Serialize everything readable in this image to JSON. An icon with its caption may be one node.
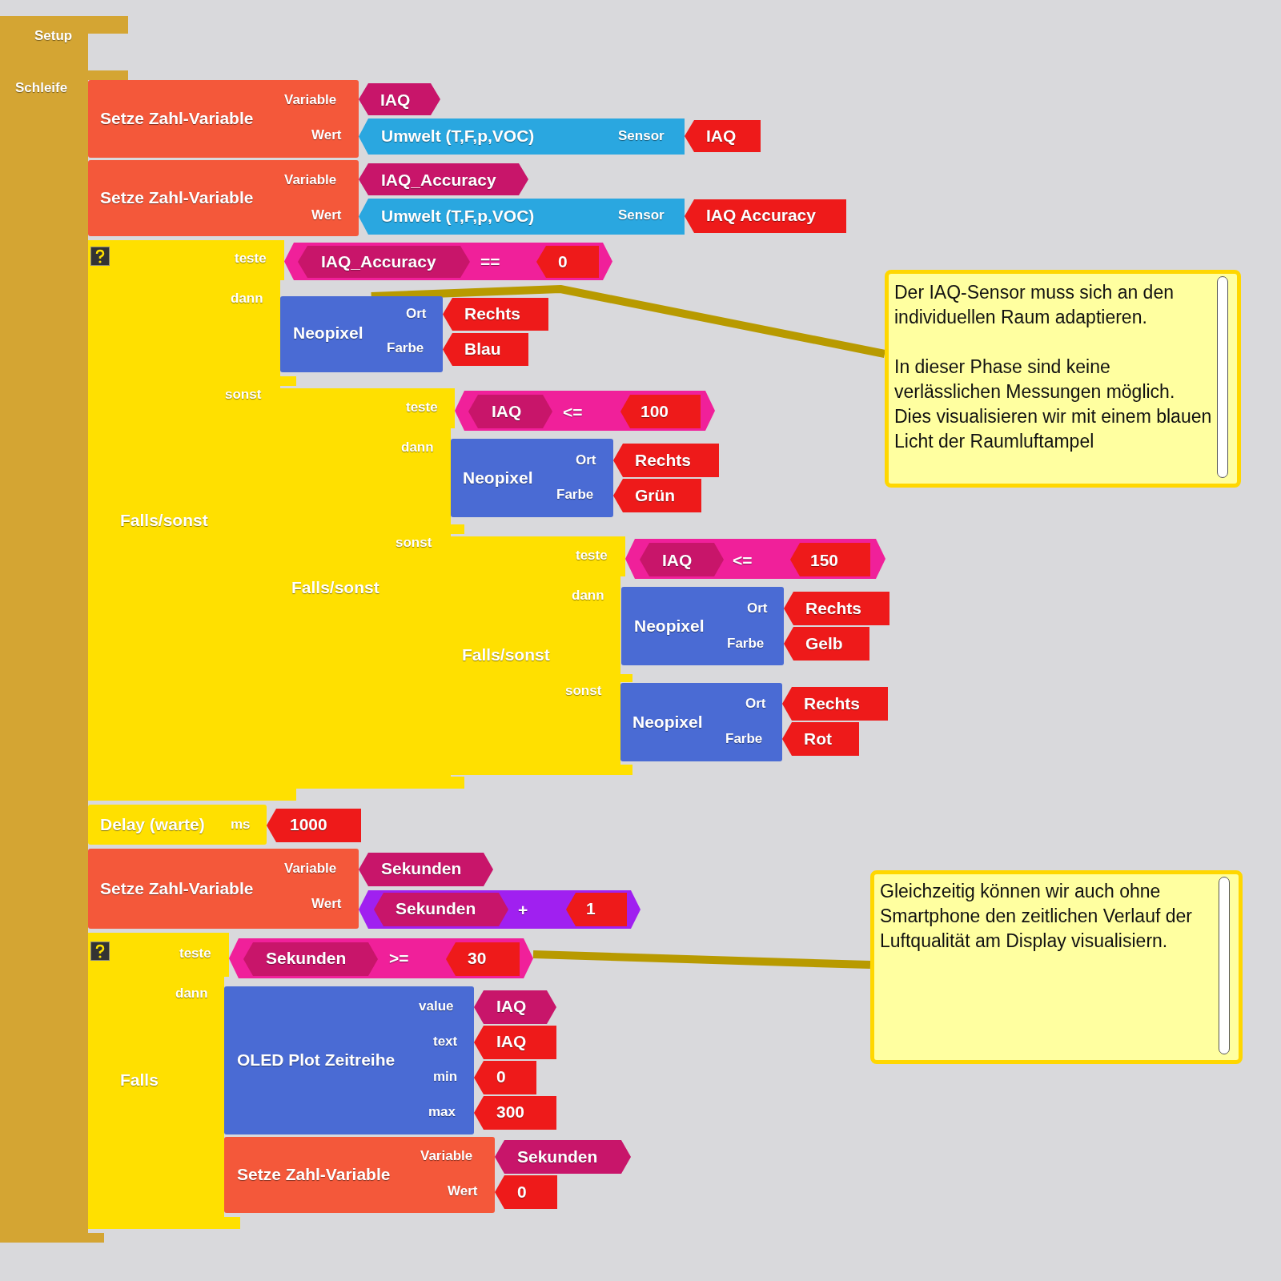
{
  "diagram": {
    "nodes": [
      {
        "text": [
          "Setup",
          "Schleife"
        ]
      },
      {
        "text": [
          "Setze Zahl-Variable",
          "Variable",
          "Wert"
        ]
      },
      {
        "text": [
          "IAQ"
        ]
      },
      {
        "text": [
          "Umwelt (T,F,p,VOC)",
          "Sensor"
        ]
      },
      {
        "text": [
          "IAQ"
        ]
      },
      {
        "text": [
          "Setze Zahl-Variable",
          "Variable",
          "Wert"
        ]
      },
      {
        "text": [
          "IAQ_Accuracy"
        ]
      },
      {
        "text": [
          "Umwelt (T,F,p,VOC)",
          "Sensor"
        ]
      },
      {
        "text": [
          "IAQ Accuracy"
        ]
      },
      {
        "text": [
          "Falls/sonst",
          "teste",
          "dann",
          "sonst"
        ]
      },
      {
        "text": [
          "=="
        ]
      },
      {
        "text": [
          "IAQ_Accuracy"
        ],
        "in": 10
      },
      {
        "text": [
          "0"
        ],
        "in": 10
      },
      {
        "text": [
          "Neopixel",
          "Ort",
          "Farbe"
        ]
      },
      {
        "text": [
          "Rechts"
        ]
      },
      {
        "text": [
          "Blau"
        ]
      },
      {
        "text": [
          "Falls/sonst",
          "teste",
          "dann",
          "sonst"
        ]
      },
      {
        "text": [
          "<="
        ]
      },
      {
        "text": [
          "IAQ"
        ],
        "in": 17
      },
      {
        "text": [
          "100"
        ],
        "in": 17
      },
      {
        "text": [
          "Neopixel",
          "Ort",
          "Farbe"
        ]
      },
      {
        "text": [
          "Rechts"
        ]
      },
      {
        "text": [
          "Grün"
        ]
      },
      {
        "text": [
          "Falls/sonst",
          "teste",
          "dann",
          "sonst"
        ]
      },
      {
        "text": [
          "<="
        ]
      },
      {
        "text": [
          "IAQ"
        ],
        "in": 24
      },
      {
        "text": [
          "150"
        ],
        "in": 24
      },
      {
        "text": [
          "Neopixel",
          "Ort",
          "Farbe"
        ]
      },
      {
        "text": [
          "Rechts"
        ]
      },
      {
        "text": [
          "Gelb"
        ]
      },
      {
        "text": [
          "Neopixel",
          "Ort",
          "Farbe"
        ]
      },
      {
        "text": [
          "Rechts"
        ]
      },
      {
        "text": [
          "Rot"
        ]
      },
      {
        "text": [
          "Delay (warte)",
          "ms"
        ]
      },
      {
        "text": [
          "1000"
        ]
      },
      {
        "text": [
          "Setze Zahl-Variable",
          "Variable",
          "Wert"
        ]
      },
      {
        "text": [
          "Sekunden"
        ]
      },
      {
        "text": [
          "+"
        ]
      },
      {
        "text": [
          "Sekunden"
        ],
        "in": 37
      },
      {
        "text": [
          "1"
        ],
        "in": 37
      },
      {
        "text": [
          "Falls",
          "teste",
          "dann"
        ]
      },
      {
        "text": [
          ">="
        ]
      },
      {
        "text": [
          "Sekunden"
        ],
        "in": 41
      },
      {
        "text": [
          "30"
        ],
        "in": 41
      },
      {
        "text": [
          "OLED Plot Zeitreihe",
          "value",
          "text",
          "min",
          "max"
        ]
      },
      {
        "text": [
          "IAQ"
        ]
      },
      {
        "text": [
          "IAQ"
        ]
      },
      {
        "text": [
          "0"
        ]
      },
      {
        "text": [
          "300"
        ]
      },
      {
        "text": [
          "Setze Zahl-Variable",
          "Variable",
          "Wert"
        ]
      },
      {
        "text": [
          "Sekunden"
        ]
      },
      {
        "text": [
          "0"
        ]
      },
      {
        "text": [
          "Der IAQ-Sensor muss sich an den individuellen Raum adaptieren.",
          "In dieser Phase sind keine verlässlichen Messungen möglich. Dies visualisieren wir mit einem blauen Licht der Raumluftampel"
        ]
      },
      {
        "text": [
          "Gleichzeitig können wir auch ohne Smartphone den zeitlichen Verlauf der Luftqualität am Display visualisiern."
        ]
      }
    ],
    "edges": [
      {
        "from": 52,
        "to": 13,
        "arrow": "none"
      },
      {
        "from": 53,
        "to": 41,
        "arrow": "none"
      }
    ]
  }
}
